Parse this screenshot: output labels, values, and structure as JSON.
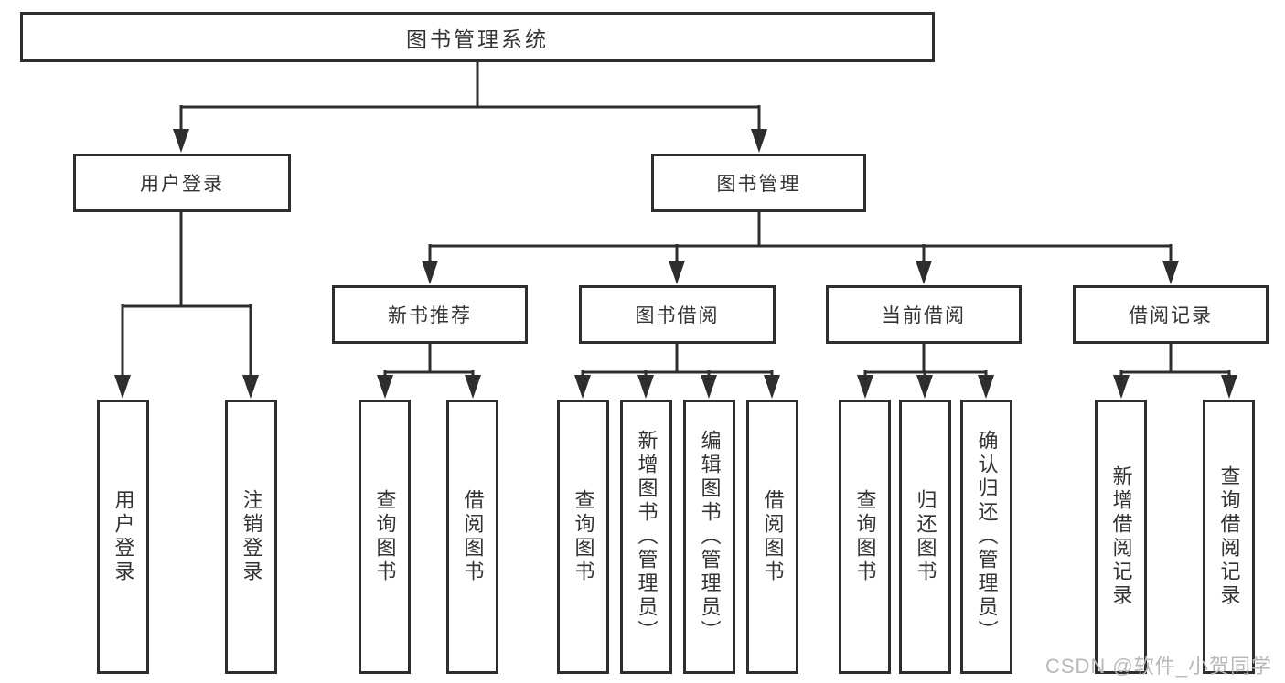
{
  "diagram": {
    "root": "图书管理系统",
    "level2": {
      "user_login": "用户登录",
      "book_management": "图书管理"
    },
    "level3": {
      "new_book_recommend": "新书推荐",
      "book_borrowing": "图书借阅",
      "current_borrowing": "当前借阅",
      "borrowing_records": "借阅记录"
    },
    "leaves": {
      "login": [
        "用户登录",
        "注销登录"
      ],
      "recommend": [
        "查询图书",
        "借阅图书"
      ],
      "borrow": [
        "查询图书",
        "新增图书（管理员）",
        "编辑图书（管理员）",
        "借阅图书"
      ],
      "current": [
        "查询图书",
        "归还图书",
        "确认归还（管理员）"
      ],
      "records": [
        "新增借阅记录",
        "查询借阅记录"
      ]
    },
    "watermark": "CSDN @软件_小贺同学",
    "colors": {
      "line": "#2e2e2e",
      "text": "#333333",
      "box_bg": "#ffffff",
      "watermark": "#b8b8b8",
      "background": "#ffffff"
    }
  }
}
